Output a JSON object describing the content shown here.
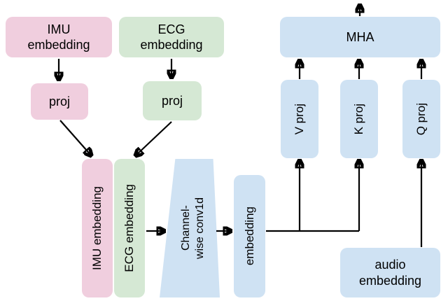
{
  "diagram": {
    "nodes": {
      "imu_embedding_input": "IMU\nembedding",
      "ecg_embedding_input": "ECG\nembedding",
      "imu_proj": "proj",
      "ecg_proj": "proj",
      "imu_embedding_stack": "IMU embedding",
      "ecg_embedding_stack": "ECG embedding",
      "channelwise_conv": "Channel-\nwise conv1d",
      "fused_embedding": "embedding",
      "v_proj": "V proj",
      "k_proj": "K proj",
      "q_proj": "Q proj",
      "mha": "MHA",
      "audio_embedding": "audio\nembedding"
    },
    "colors": {
      "imu": "#f0cede",
      "ecg": "#d5e8d4",
      "fusion": "#cfe2f3",
      "arrow": "#000000",
      "background": "#ffffff"
    },
    "edges": [
      {
        "from": "imu_embedding_input",
        "to": "imu_proj"
      },
      {
        "from": "ecg_embedding_input",
        "to": "ecg_proj"
      },
      {
        "from": "imu_proj",
        "to": "imu_embedding_stack"
      },
      {
        "from": "ecg_proj",
        "to": "ecg_embedding_stack"
      },
      {
        "from": "ecg_embedding_stack",
        "to": "channelwise_conv"
      },
      {
        "from": "channelwise_conv",
        "to": "fused_embedding"
      },
      {
        "from": "fused_embedding",
        "to": "v_proj"
      },
      {
        "from": "fused_embedding",
        "to": "k_proj"
      },
      {
        "from": "audio_embedding",
        "to": "q_proj"
      },
      {
        "from": "v_proj",
        "to": "mha"
      },
      {
        "from": "k_proj",
        "to": "mha"
      },
      {
        "from": "q_proj",
        "to": "mha"
      },
      {
        "from": "mha",
        "to": "output"
      }
    ]
  }
}
